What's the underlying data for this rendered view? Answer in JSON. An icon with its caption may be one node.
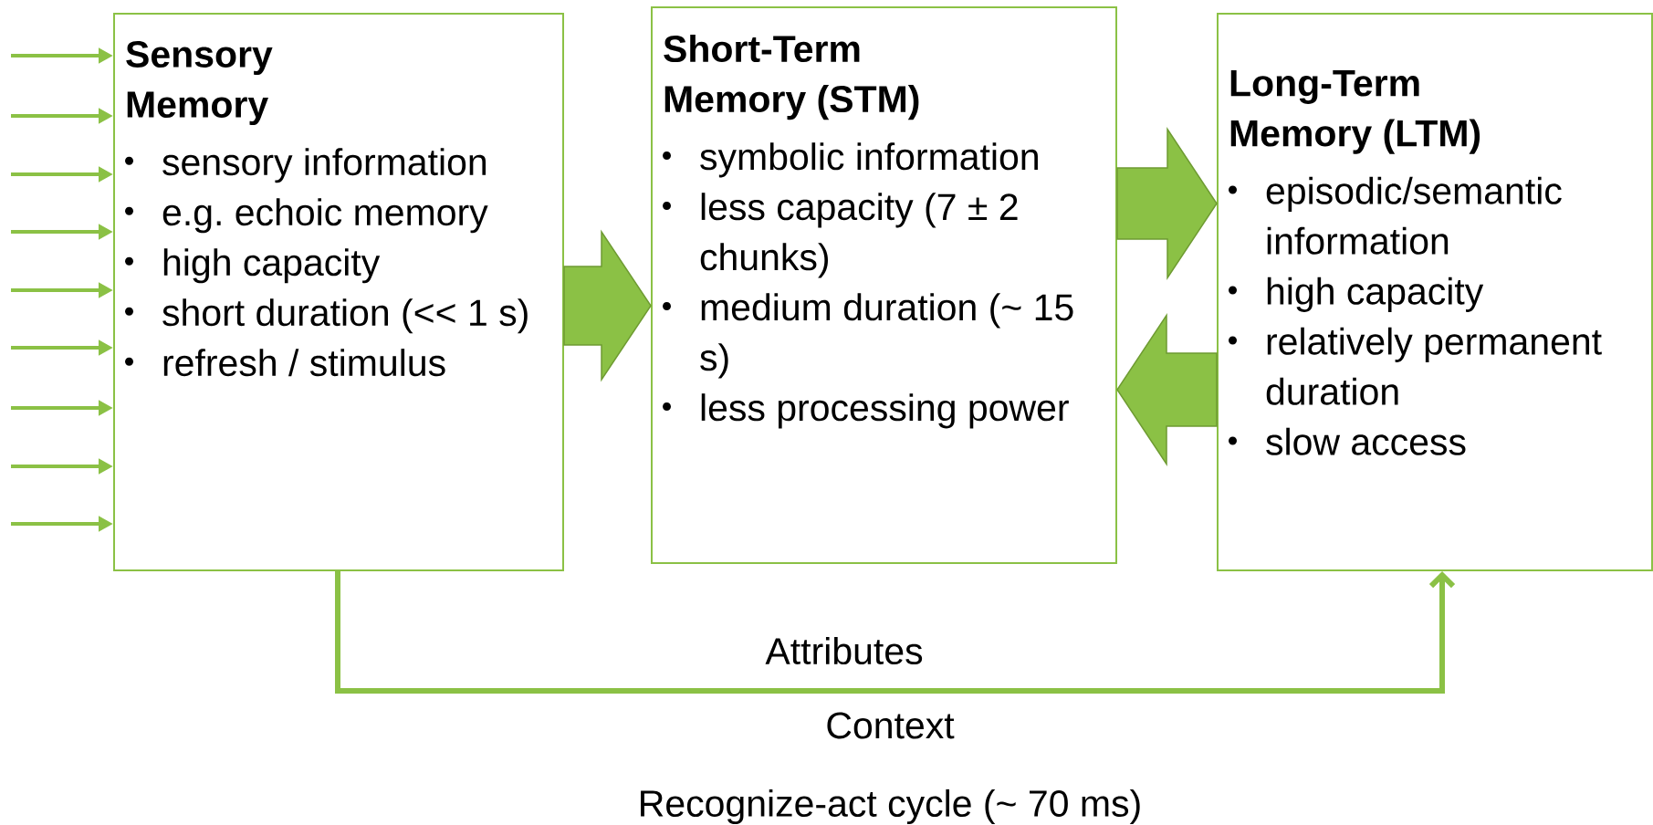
{
  "diagram": {
    "nodes": [
      {
        "text": [
          "Sensory Memory",
          "sensory information",
          "e.g. echoic memory",
          "high capacity",
          "short duration (<< 1 s)",
          "refresh / stimulus"
        ]
      },
      {
        "text": [
          "Short-Term Memory (STM)",
          "symbolic information",
          "less capacity (7 ± 2 chunks)",
          "medium duration (~ 15 s)",
          "less processing power"
        ]
      },
      {
        "text": [
          "Long-Term Memory (LTM)",
          "episodic/semantic information",
          "high capacity",
          "relatively permanent duration",
          "slow access"
        ]
      }
    ],
    "edges": [
      {
        "from": null,
        "to": 0,
        "arrow": "to"
      },
      {
        "from": null,
        "to": 0,
        "arrow": "to"
      },
      {
        "from": null,
        "to": 0,
        "arrow": "to"
      },
      {
        "from": null,
        "to": 0,
        "arrow": "to"
      },
      {
        "from": null,
        "to": 0,
        "arrow": "to"
      },
      {
        "from": null,
        "to": 0,
        "arrow": "to"
      },
      {
        "from": null,
        "to": 0,
        "arrow": "to"
      },
      {
        "from": null,
        "to": 0,
        "arrow": "to"
      },
      {
        "from": null,
        "to": 0,
        "arrow": "to"
      },
      {
        "from": 0,
        "to": 1,
        "arrow": "to",
        "style": "thick"
      },
      {
        "from": 1,
        "to": 2,
        "arrow": "to",
        "style": "thick"
      },
      {
        "from": 2,
        "to": 1,
        "arrow": "to",
        "style": "thick"
      },
      {
        "from": 0,
        "to": 2,
        "arrow": "to",
        "label": "Attributes"
      }
    ],
    "labels": [
      "Context",
      "Recognize-act cycle (~ 70 ms)"
    ]
  }
}
